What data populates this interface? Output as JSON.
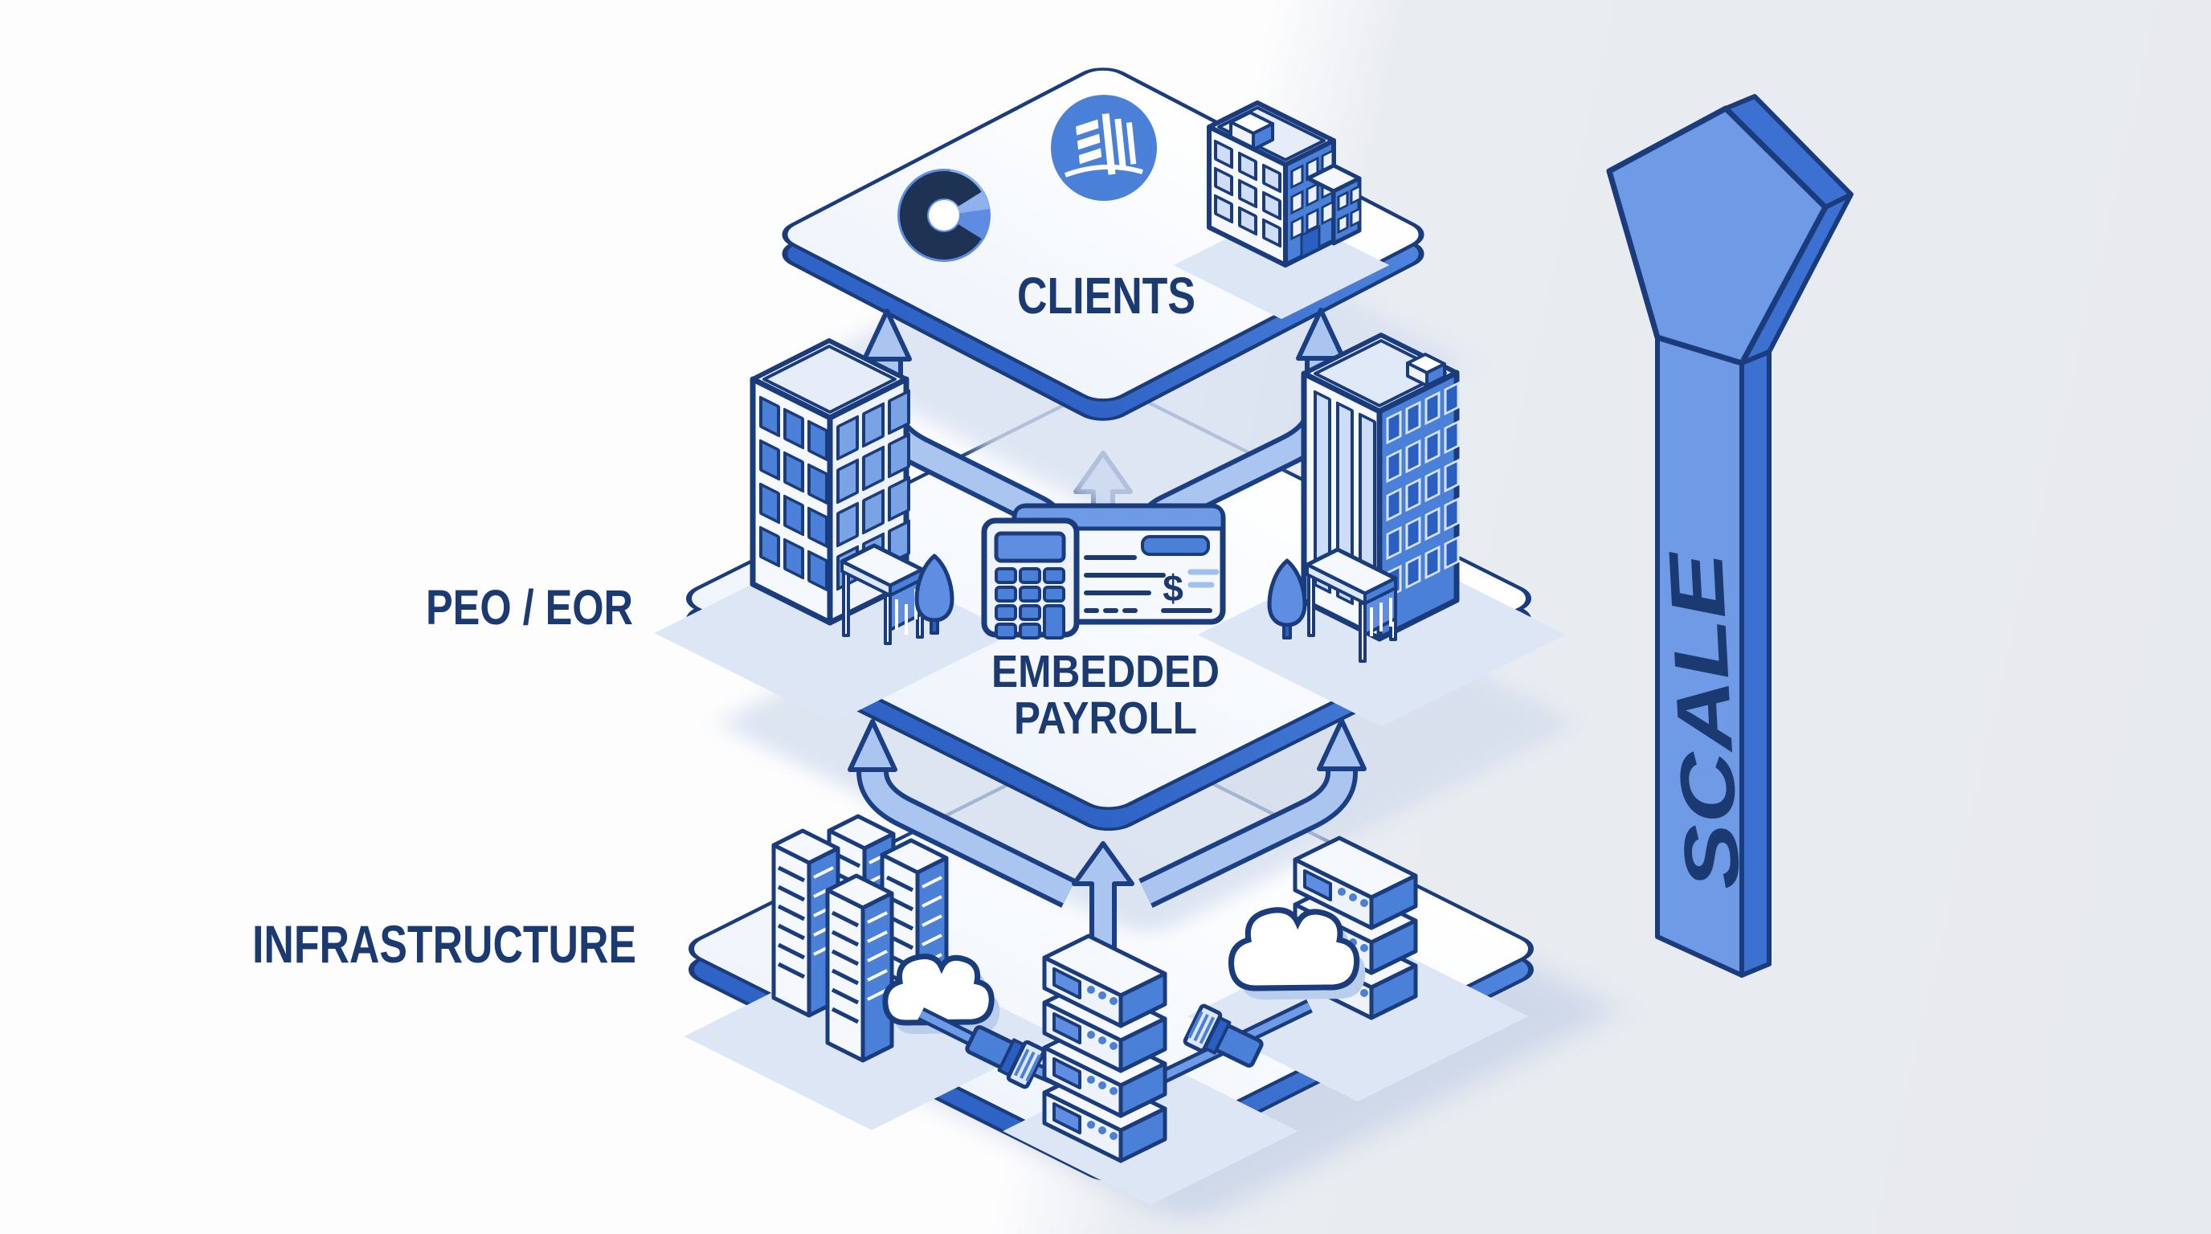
{
  "labels": {
    "clients": "CLIENTS",
    "peo_eor": "PEO / EOR",
    "infrastructure": "INFRASTRUCTURE",
    "embedded": "EMBEDDED",
    "payroll": "PAYROLL",
    "scale": "SCALE",
    "currency": "$"
  },
  "layers": [
    {
      "id": "clients",
      "label": "CLIENTS",
      "icons": [
        "aperture-logo",
        "building-circle-logo",
        "office-building"
      ]
    },
    {
      "id": "peo-eor",
      "label": "PEO / EOR",
      "caption": [
        "EMBEDDED",
        "PAYROLL"
      ],
      "icons": [
        "office-building",
        "calculator",
        "paycheck",
        "tree"
      ]
    },
    {
      "id": "infrastructure",
      "label": "INFRASTRUCTURE",
      "icons": [
        "server-tower",
        "server-stack",
        "cloud",
        "ethernet-plug"
      ]
    }
  ],
  "arrows": {
    "between_layers": "three upward arrows per gap (left curved, center straight, right curved)",
    "scale_label": "SCALE"
  },
  "colors": {
    "primary_blue": "#4a80d8",
    "deep_blue": "#2c5fc2",
    "light_blue_band": "#aac6f0",
    "outline_navy": "#1a3c7d",
    "text_navy": "#1c3a72",
    "plane_side_blue": "#3c74d3",
    "plane_top": "#f7fafd",
    "background_left": "#fdfdfe",
    "background_right": "#e8ebf0",
    "soft_shadow": "#cdd8ea",
    "scale_arrow_front": "#6f9ae6",
    "scale_arrow_side": "#3c70d1"
  }
}
